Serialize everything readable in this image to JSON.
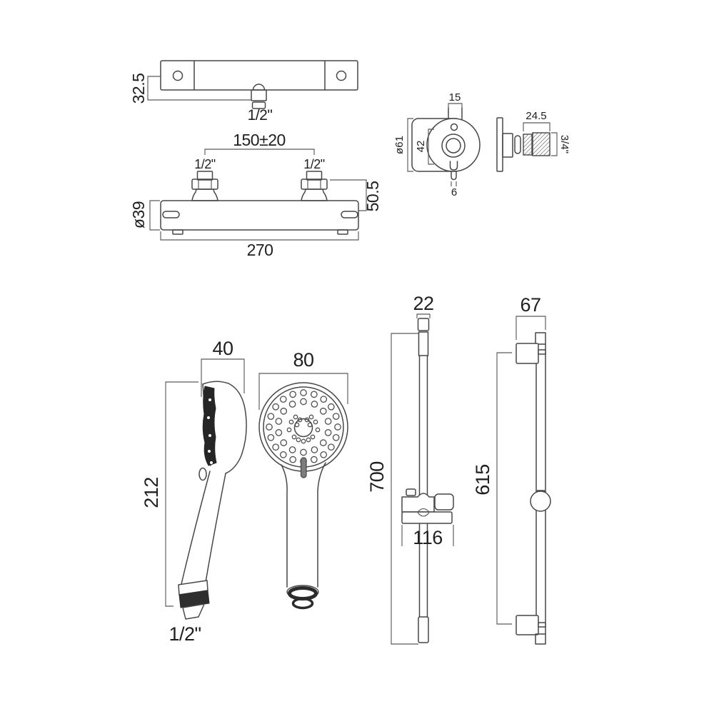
{
  "drawing": {
    "type": "shower-kit-technical-drawing",
    "background": "#ffffff",
    "line_color": "#474747",
    "text_color": "#202020"
  },
  "labels": {
    "valve_top": {
      "depth": "32.5",
      "outlet": "1/2\""
    },
    "valve_front": {
      "spacing": "150±20",
      "inlet_left": "1/2\"",
      "inlet_right": "1/2\"",
      "height": "50.5",
      "diameter": "ø39",
      "width": "270"
    },
    "flange": {
      "slot": "15",
      "diameter": "ø61",
      "inner": "42",
      "pin": "6"
    },
    "union": {
      "length": "24.5",
      "thread": "3/4\""
    },
    "handset": {
      "head_depth": "40",
      "length": "212",
      "connector": "1/2\"",
      "head_diameter": "80"
    },
    "rail": {
      "tube": "22",
      "length": "700",
      "holder_width": "116",
      "depth": "67",
      "centres": "615"
    }
  }
}
